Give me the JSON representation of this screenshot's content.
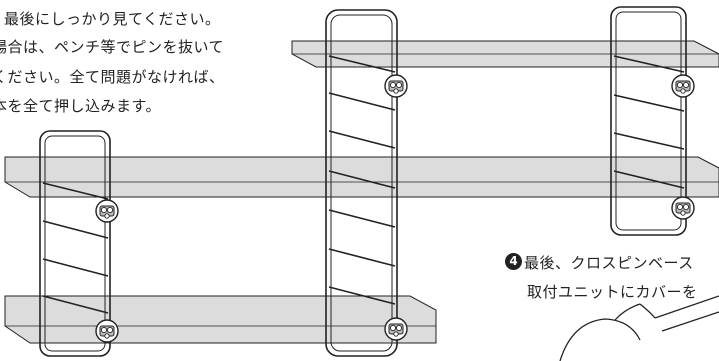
{
  "instructions_top": {
    "line1": "最後にしっかり見てください。",
    "line2": "場合は、ペンチ等でピンを抜いて",
    "line3": "ください。全て問題がなければ、",
    "line4": "本を全て押し込みます。"
  },
  "step4": {
    "number": "4",
    "line1": "最後、クロスピンベース",
    "line2": "取付ユニットにカバーを"
  },
  "colors": {
    "shelf": "#dcdcdc",
    "line": "#222222",
    "background": "#ffffff"
  }
}
